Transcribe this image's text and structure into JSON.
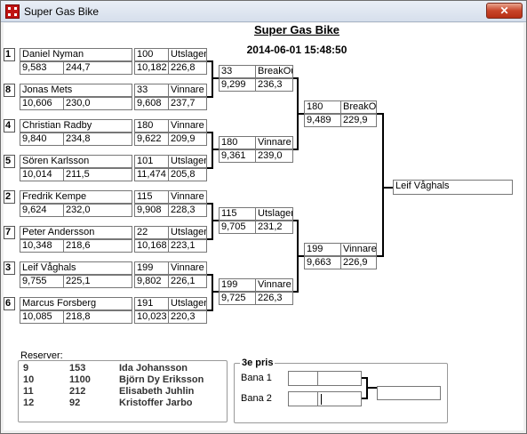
{
  "window": {
    "title": "Super Gas Bike",
    "close_glyph": "✕"
  },
  "event": {
    "title": "Super Gas Bike",
    "datetime": "2014-06-01 15:48:50"
  },
  "round1": [
    {
      "seed": "1",
      "name": "Daniel Nyman",
      "rt": "9,583",
      "speed": "244,7",
      "num": "100",
      "status": "Utslagen",
      "et": "10,182",
      "es": "226,8"
    },
    {
      "seed": "8",
      "name": "Jonas Mets",
      "rt": "10,606",
      "speed": "230,0",
      "num": "33",
      "status": "Vinnare",
      "et": "9,608",
      "es": "237,7"
    },
    {
      "seed": "4",
      "name": "Christian Radby",
      "rt": "9,840",
      "speed": "234,8",
      "num": "180",
      "status": "Vinnare",
      "et": "9,622",
      "es": "209,9"
    },
    {
      "seed": "5",
      "name": "Sören Karlsson",
      "rt": "10,014",
      "speed": "211,5",
      "num": "101",
      "status": "Utslagen",
      "et": "11,474",
      "es": "205,8"
    },
    {
      "seed": "2",
      "name": "Fredrik Kempe",
      "rt": "9,624",
      "speed": "232,0",
      "num": "115",
      "status": "Vinnare",
      "et": "9,908",
      "es": "228,3"
    },
    {
      "seed": "7",
      "name": "Peter Andersson",
      "rt": "10,348",
      "speed": "218,6",
      "num": "22",
      "status": "Utslagen",
      "et": "10,168",
      "es": "223,1"
    },
    {
      "seed": "3",
      "name": "Leif Våghals",
      "rt": "9,755",
      "speed": "225,1",
      "num": "199",
      "status": "Vinnare",
      "et": "9,802",
      "es": "226,1"
    },
    {
      "seed": "6",
      "name": "Marcus Forsberg",
      "rt": "10,085",
      "speed": "218,8",
      "num": "191",
      "status": "Utslagen",
      "et": "10,023",
      "es": "220,3"
    }
  ],
  "round2": [
    {
      "num": "33",
      "status": "BreakOut",
      "et": "9,299",
      "es": "236,3"
    },
    {
      "num": "180",
      "status": "Vinnare",
      "et": "9,361",
      "es": "239,0"
    },
    {
      "num": "115",
      "status": "Utslagen",
      "et": "9,705",
      "es": "231,2"
    },
    {
      "num": "199",
      "status": "Vinnare",
      "et": "9,725",
      "es": "226,3"
    }
  ],
  "round3": [
    {
      "num": "180",
      "status": "BreakOut",
      "et": "9,489",
      "es": "229,9"
    },
    {
      "num": "199",
      "status": "Vinnare",
      "et": "9,663",
      "es": "226,9"
    }
  ],
  "winner": "Leif Våghals",
  "reserves": {
    "label": "Reserver:",
    "rows": [
      {
        "n": "9",
        "num": "153",
        "name": "Ida Johansson"
      },
      {
        "n": "10",
        "num": "1100",
        "name": "Björn Dy Eriksson"
      },
      {
        "n": "11",
        "num": "212",
        "name": "Elisabeth Juhlin"
      },
      {
        "n": "12",
        "num": "92",
        "name": "Kristoffer Jarbo"
      }
    ]
  },
  "third_place": {
    "label": "3e pris",
    "lane1": "Bana 1",
    "lane2": "Bana 2"
  }
}
